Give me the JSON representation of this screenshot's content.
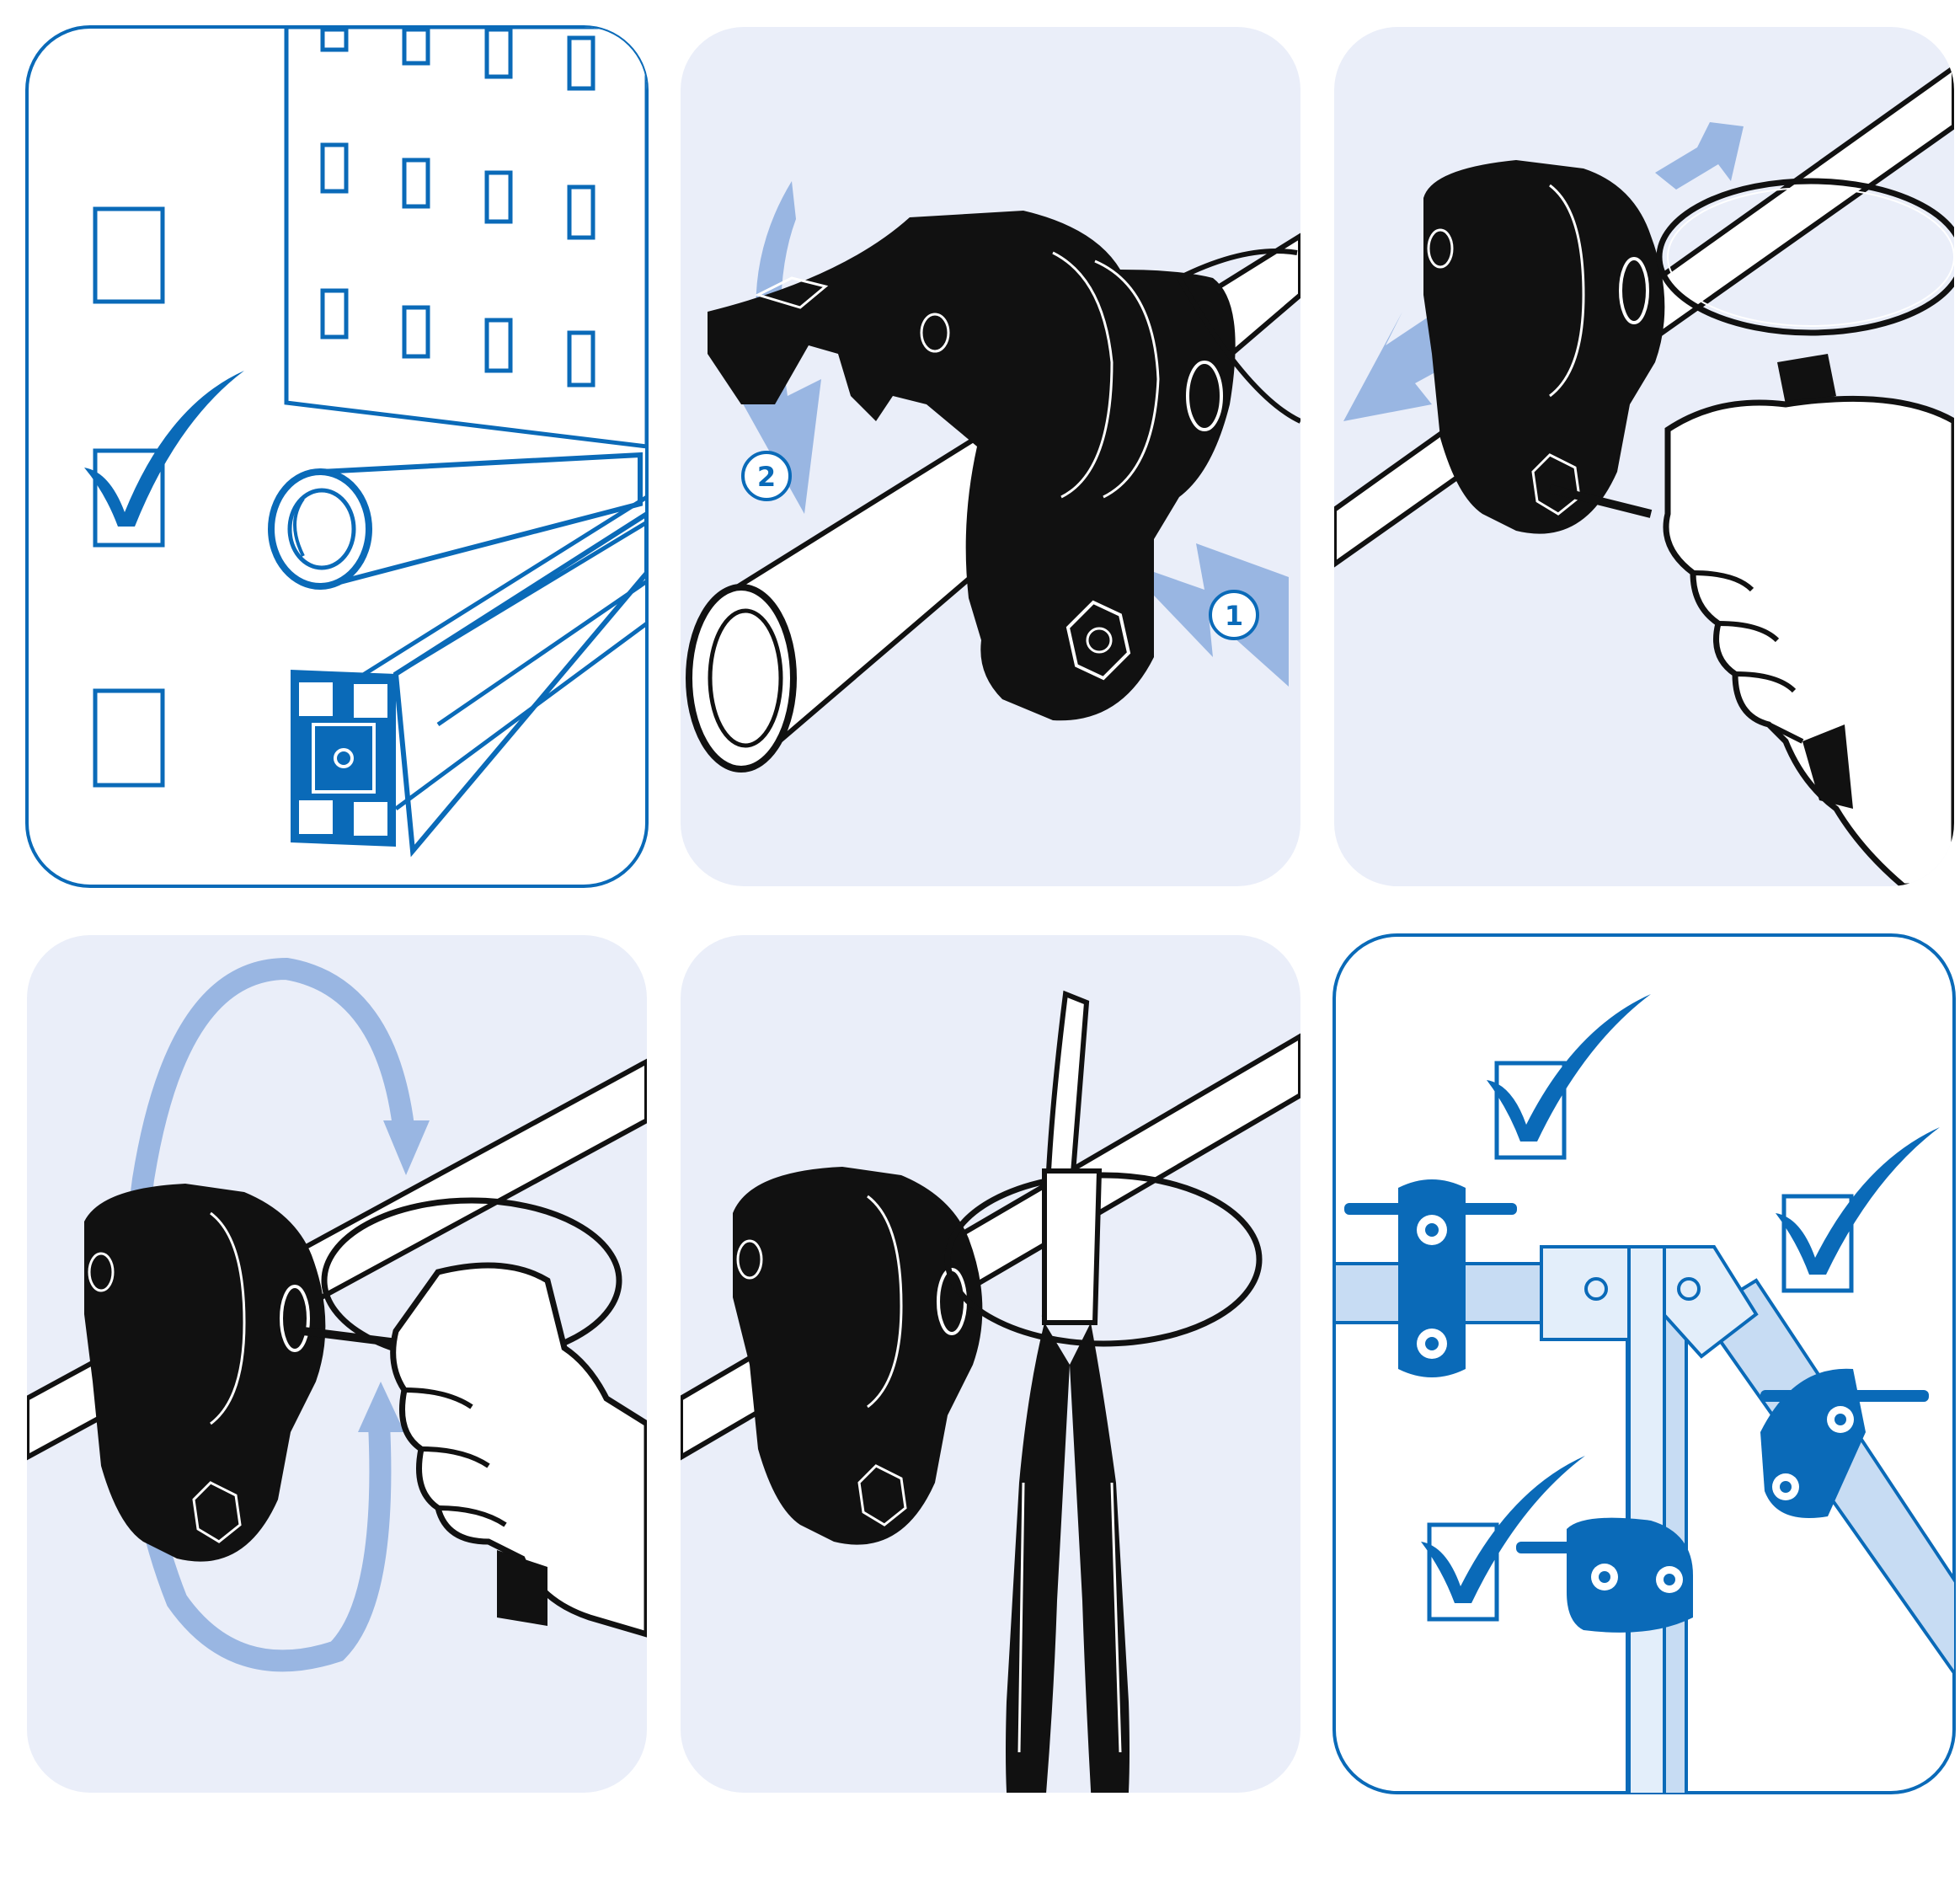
{
  "colors": {
    "brand_blue": "#0a6ab8",
    "light_arrow": "#99b6e2",
    "panel_bg": "#eaeef9",
    "ink": "#111111",
    "white": "#ffffff"
  },
  "panels": [
    {
      "id": "choose-profile",
      "step_labels": [],
      "icons": [
        "pegboard-icon",
        "round-tube-icon",
        "aluminium-profile-icon",
        "checkbox-icon",
        "checkmark-icon"
      ]
    },
    {
      "id": "mount-clamp",
      "step_labels": [
        "2",
        "1"
      ],
      "icons": [
        "tube-clamp-icon",
        "arrow-icon"
      ]
    },
    {
      "id": "tighten-screw",
      "step_labels": [],
      "icons": [
        "hex-key-icon",
        "hand-icon",
        "arrow-icon"
      ]
    },
    {
      "id": "rotate-key",
      "step_labels": [],
      "icons": [
        "rotate-arrow-icon",
        "hand-icon"
      ]
    },
    {
      "id": "remove-with-pliers",
      "step_labels": [],
      "icons": [
        "pliers-icon",
        "tube-clamp-icon"
      ]
    },
    {
      "id": "result-assembly",
      "step_labels": [],
      "icons": [
        "tube-joint-icon",
        "checkmark-icon"
      ]
    }
  ]
}
